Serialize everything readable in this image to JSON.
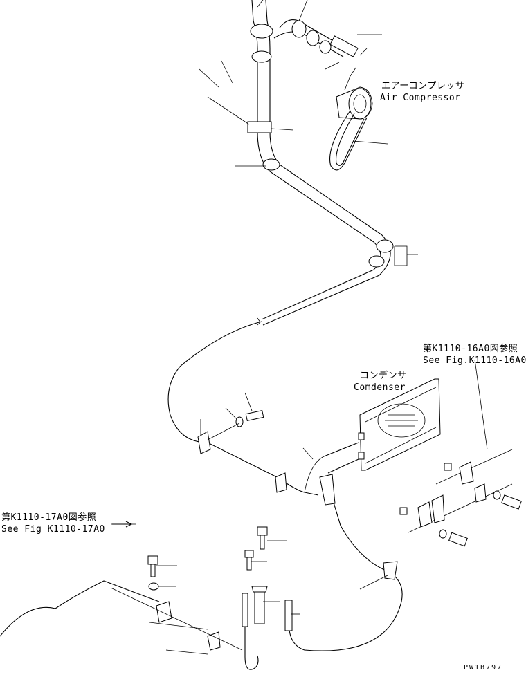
{
  "labels": {
    "air_compressor_jp": "エアーコンプレッサ",
    "air_compressor_en": "Air Compressor",
    "ref_16a0_jp": "第K1110-16A0図参照",
    "ref_16a0_en": "See Fig.K1110-16A0",
    "condenser_jp": "コンデンサ",
    "condenser_en": "Comdenser",
    "ref_17a0_jp": "第K1110-17A0図参照",
    "ref_17a0_en": "See Fig K1110-17A0",
    "drawing_code": "PW1B797"
  }
}
